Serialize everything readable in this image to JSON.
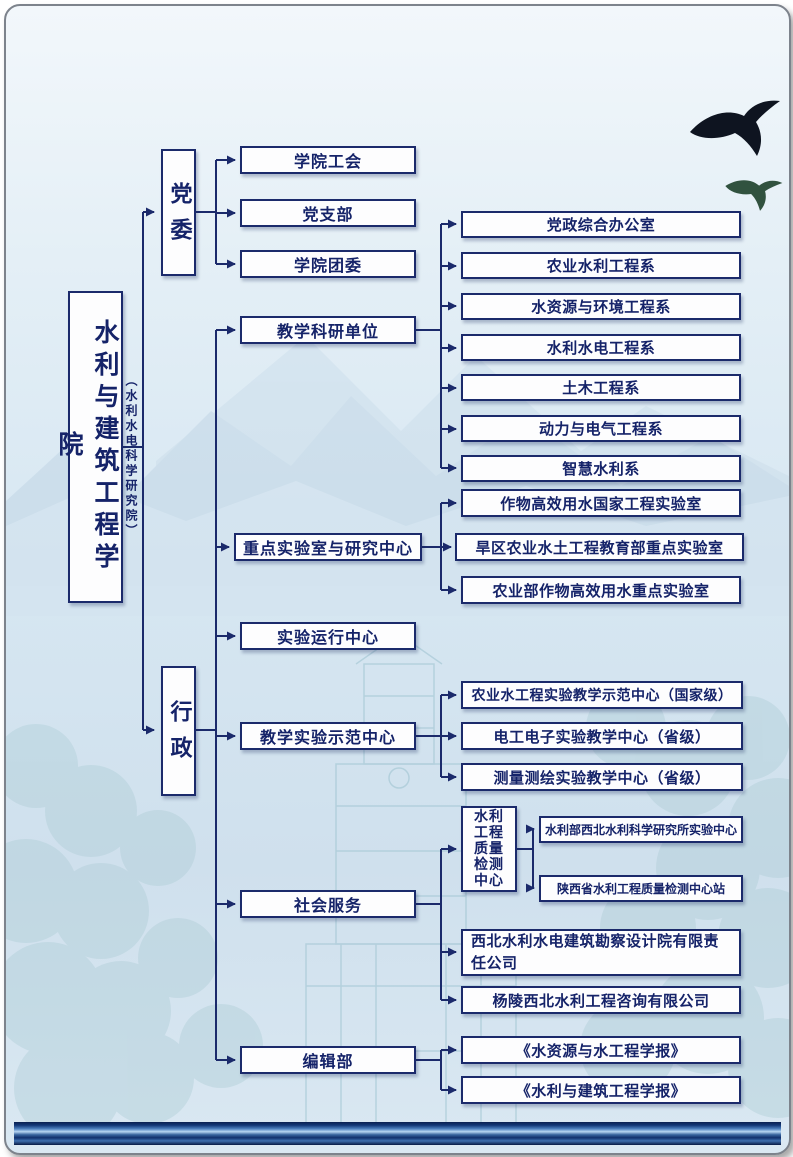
{
  "root": {
    "title": "水利与建筑工程学院",
    "subtitle": "（水利水电科学研究院）"
  },
  "nodes": {
    "party": "党委",
    "admin": "行政",
    "union": "学院工会",
    "party_branch": "党支部",
    "youth_league": "学院团委",
    "teaching_research_units": "教学科研单位",
    "key_labs": "重点实验室与研究中心",
    "lab_operation_center": "实验运行中心",
    "teaching_demo_centers": "教学实验示范中心",
    "social_service": "社会服务",
    "editorial_dept": "编辑部",
    "party_admin_office": "党政综合办公室",
    "agri_water_dept": "农业水利工程系",
    "water_resources_env_dept": "水资源与环境工程系",
    "hydropower_dept": "水利水电工程系",
    "civil_dept": "土木工程系",
    "power_electrical_dept": "动力与电气工程系",
    "smart_water_dept": "智慧水利系",
    "crop_water_national_lab": "作物高效用水国家工程实验室",
    "arid_region_lab": "旱区农业水土工程教育部重点实验室",
    "moa_crop_water_lab": "农业部作物高效用水重点实验室",
    "agri_demo_center": "农业水工程实验教学示范中心（国家级）",
    "electrical_demo_center": "电工电子实验教学中心（省级）",
    "surveying_demo_center": "测量测绘实验教学中心（省级）",
    "quality_center": "水利工程质量检测中心",
    "quality_sub_nw_institute": "水利部西北水利科学研究所实验中心",
    "quality_sub_shaanxi_station": "陕西省水利工程质量检测中心站",
    "design_company": "西北水利水电建筑勘察设计院有限责任公司",
    "consulting_company": "杨陵西北水利工程咨询有限公司",
    "journal_water_resources": "《水资源与水工程学报》",
    "journal_water_architecture": "《水利与建筑工程学报》"
  },
  "colors": {
    "line": "#1b2a6b",
    "box_border": "#1b2a6b",
    "text": "#152369",
    "bottom_bar_dark": "#0a2050",
    "bottom_bar_light": "#b8d6f2"
  }
}
